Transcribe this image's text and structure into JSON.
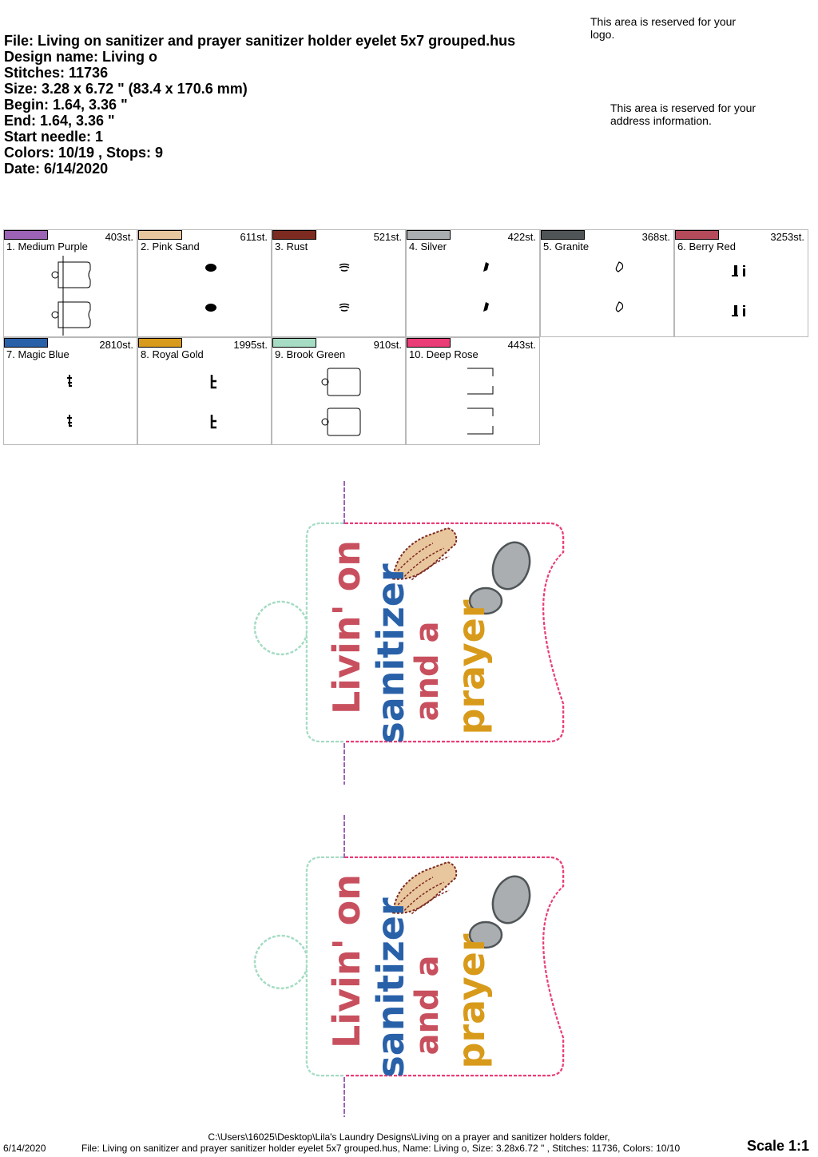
{
  "header": {
    "file": "File: Living on sanitizer and prayer sanitizer holder eyelet 5x7 grouped.hus",
    "design_name": "Design name: Living o",
    "stitches": "Stitches: 11736",
    "size": "Size: 3.28 x 6.72 \" (83.4 x 170.6 mm)",
    "begin": "Begin: 1.64, 3.36 \"",
    "end": "End: 1.64, 3.36 \"",
    "start_needle": "Start needle: 1",
    "colors": "Colors: 10/19 , Stops: 9",
    "date": "Date: 6/14/2020"
  },
  "logo_note": "This area is reserved for your logo.",
  "address_note": "This area is reserved for your address information.",
  "thread_colors": [
    {
      "name": "1. Medium Purple",
      "stitches": "403st.",
      "hex": "#9b62b5",
      "icon": "holder-outline-icon"
    },
    {
      "name": "2. Pink Sand",
      "stitches": "611st.",
      "hex": "#e9c79e",
      "icon": "hands-fill-icon"
    },
    {
      "name": "3. Rust",
      "stitches": "521st.",
      "hex": "#7d2a21",
      "icon": "hands-outline-icon"
    },
    {
      "name": "4. Silver",
      "stitches": "422st.",
      "hex": "#aaaeb1",
      "icon": "bottle-fill-icon"
    },
    {
      "name": "5. Granite",
      "stitches": "368st.",
      "hex": "#4f5557",
      "icon": "bottle-outline-icon"
    },
    {
      "name": "6. Berry Red",
      "stitches": "3253st.",
      "hex": "#b44a5a",
      "icon": "text-livin-icon"
    },
    {
      "name": "7. Magic Blue",
      "stitches": "2810st.",
      "hex": "#2961a9",
      "icon": "text-sanitizer-icon"
    },
    {
      "name": "8. Royal Gold",
      "stitches": "1995st.",
      "hex": "#d89a1a",
      "icon": "text-prayer-icon"
    },
    {
      "name": "9. Brook Green",
      "stitches": "910st.",
      "hex": "#a6dcc3",
      "icon": "holder-tab-outline-icon"
    },
    {
      "name": "10. Deep Rose",
      "stitches": "443st.",
      "hex": "#ea3d78",
      "icon": "holder-right-edge-icon"
    }
  ],
  "design_text": {
    "line1": "Livin' on",
    "line2": "sanitizer",
    "line3": "and a",
    "line4": "prayer"
  },
  "footer": {
    "path": "C:\\Users\\16025\\Desktop\\Lila's Laundry Designs\\Living on a prayer and sanitizer holders folder,",
    "date": "6/14/2020",
    "file_info": "File: Living on sanitizer and prayer sanitizer holder eyelet 5x7 grouped.hus, Name: Living o, Size: 3.28x6.72 \" , Stitches: 11736, Colors: 10/10",
    "scale": "Scale 1:1"
  }
}
